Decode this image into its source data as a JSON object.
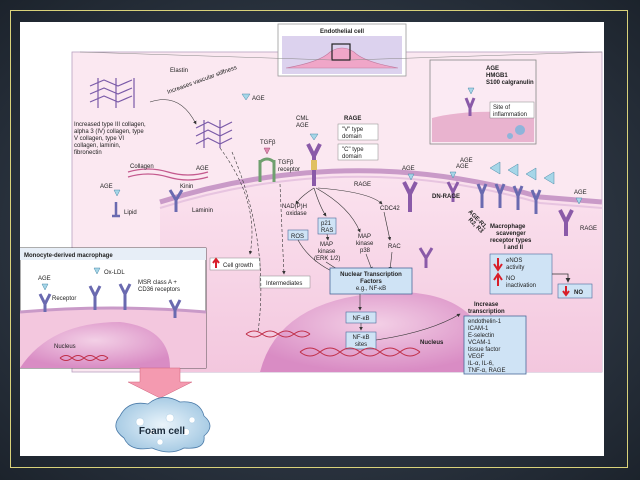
{
  "theme": {
    "slide_bg": "#2b3440",
    "frame_color": "#d9d27a",
    "cell_pink": "#f6cfe4",
    "membrane": "#c99ac8",
    "nucleus": "#e7b1d6",
    "blue_box": "#cfe3f5",
    "arrow_red": "#d81f2a"
  },
  "labels": {
    "endothelial_cell": "Endothelial cell",
    "elastin": "Elastin",
    "increases_stiffness": "Increases vascular stiffness",
    "age": "AGE",
    "collagen_list_1": "Increased type III collagen,",
    "collagen_list_2": "alpha 3 (IV) collagen, type",
    "collagen_list_3": "V collagen, type VI",
    "collagen_list_4": "collagen, laminin,",
    "collagen_list_5": "fibronectin",
    "collagen": "Collagen",
    "kinin": "Kinin",
    "laminin": "Laminin",
    "lipid": "Lipid",
    "tgfb": "TGFβ",
    "tgfb_receptor_1": "TGFβ",
    "tgfb_receptor_2": "receptor",
    "cml_1": "CML",
    "cml_2": "AGE",
    "rage": "RAGE",
    "v_type_1": "\"V\" type",
    "v_type_2": "domain",
    "c_type_1": "\"C\" type",
    "c_type_2": "domain",
    "ligand_1": "AGE",
    "ligand_2": "HMGB1",
    "ligand_3": "S100 calgranulin",
    "site_1": "Site of",
    "site_2": "inflammation",
    "nadph_1": "NAD(P)H",
    "nadph_2": "oxidase",
    "p21_1": "p21",
    "p21_2": "RAS",
    "ros": "ROS",
    "map1_1": "MAP",
    "map1_2": "kinase",
    "map1_3": "(ERK 1/2)",
    "map2_1": "MAP",
    "map2_2": "kinase",
    "map2_3": "p38",
    "cdc42": "CDC42",
    "rac": "RAC",
    "rage_mid": "RAGE",
    "age_mid": "AGE",
    "dn_rage": "DN-RAGE",
    "age_r_1": "AGE-R1,",
    "age_r_2": "R2, R3",
    "scav_1": "Macrophage",
    "scav_2": "scavenger",
    "scav_3": "receptor types",
    "scav_4": "I and II",
    "age_r1": "AGE",
    "age_r2": "AGE",
    "rage_right": "RAGE",
    "enos_1": "eNOS",
    "enos_2": "activity",
    "no_inact_1": "NO",
    "no_inact_2": "inactivation",
    "no": "NO",
    "cell_growth": "Cell growth",
    "intermediates": "Intermediates",
    "ntf_1": "Nuclear Transcription",
    "ntf_2": "Factors",
    "ntf_3": "e.g., NF-κB",
    "nfkb": "NF-κB",
    "nfkb_sites_1": "NF-κB",
    "nfkb_sites_2": "sites",
    "nucleus": "Nucleus",
    "incr_1": "Increase",
    "incr_2": "transcription",
    "gene_1": "endothelin-1",
    "gene_2": "ICAM-1",
    "gene_3": "E-selectin",
    "gene_4": "VCAM-1",
    "gene_5": "tissue factor",
    "gene_6": "VEGF",
    "gene_7": "IL-α, IL-6,",
    "gene_8": "TNF-α, RAGE",
    "macrophage_title": "Monocyte-derived macrophage",
    "oxldl": "Ox-LDL",
    "age_mac": "AGE",
    "receptor": "Receptor",
    "msr_1": "MSR class A +",
    "msr_2": "CD36 receptors",
    "nucleus_mac": "Nucleus",
    "foam_cell": "Foam cell"
  }
}
